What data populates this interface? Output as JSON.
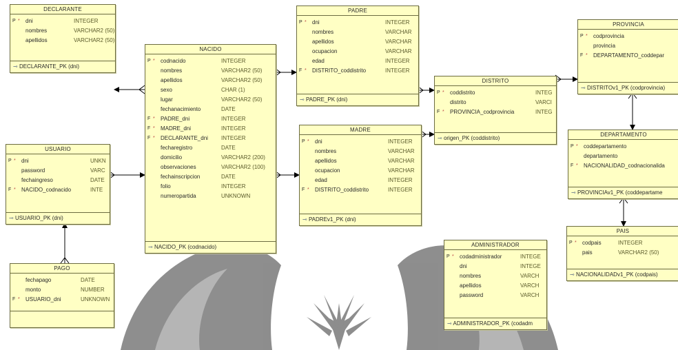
{
  "entities": {
    "declarante": {
      "title": "DECLARANTE",
      "columns": [
        {
          "key": "P",
          "star": "*",
          "name": "dni",
          "type": "INTEGER"
        },
        {
          "key": "",
          "star": "",
          "name": "nombres",
          "type": "VARCHAR2 (50)"
        },
        {
          "key": "",
          "star": "",
          "name": "apellidos",
          "type": "VARCHAR2 (50)"
        }
      ],
      "pk": "DECLARANTE_PK (dni)"
    },
    "nacido": {
      "title": "NACIDO",
      "columns": [
        {
          "key": "P",
          "star": "*",
          "name": "codnacido",
          "type": "INTEGER"
        },
        {
          "key": "",
          "star": "",
          "name": "nombres",
          "type": "VARCHAR2 (50)"
        },
        {
          "key": "",
          "star": "",
          "name": "apellidos",
          "type": "VARCHAR2 (50)"
        },
        {
          "key": "",
          "star": "",
          "name": "sexo",
          "type": "CHAR (1)"
        },
        {
          "key": "",
          "star": "",
          "name": "lugar",
          "type": "VARCHAR2 (50)"
        },
        {
          "key": "",
          "star": "",
          "name": "fechanacimiento",
          "type": "DATE"
        },
        {
          "key": "F",
          "star": "*",
          "name": "PADRE_dni",
          "type": "INTEGER"
        },
        {
          "key": "F",
          "star": "*",
          "name": "MADRE_dni",
          "type": "INTEGER"
        },
        {
          "key": "F",
          "star": "*",
          "name": "DECLARANTE_dni",
          "type": "INTEGER"
        },
        {
          "key": "",
          "star": "",
          "name": "fecharegistro",
          "type": "DATE"
        },
        {
          "key": "",
          "star": "",
          "name": "domicilio",
          "type": "VARCHAR2 (200)"
        },
        {
          "key": "",
          "star": "",
          "name": "observaciones",
          "type": "VARCHAR2 (100)"
        },
        {
          "key": "",
          "star": "",
          "name": "fechainscripcion",
          "type": "DATE"
        },
        {
          "key": "",
          "star": "",
          "name": "folio",
          "type": "INTEGER"
        },
        {
          "key": "",
          "star": "",
          "name": "numeropartida",
          "type": "UNKNOWN"
        }
      ],
      "pk": "NACIDO_PK (codnacido)"
    },
    "padre": {
      "title": "PADRE",
      "columns": [
        {
          "key": "P",
          "star": "*",
          "name": "dni",
          "type": "INTEGER"
        },
        {
          "key": "",
          "star": "",
          "name": "nombres",
          "type": "VARCHAR"
        },
        {
          "key": "",
          "star": "",
          "name": "apellidos",
          "type": "VARCHAR"
        },
        {
          "key": "",
          "star": "",
          "name": "ocupacion",
          "type": "VARCHAR"
        },
        {
          "key": "",
          "star": "",
          "name": "edad",
          "type": "INTEGER"
        },
        {
          "key": "F",
          "star": "*",
          "name": "DISTRITO_coddistrito",
          "type": "INTEGER"
        }
      ],
      "pk": "PADRE_PK (dni)"
    },
    "madre": {
      "title": "MADRE",
      "columns": [
        {
          "key": "P",
          "star": "*",
          "name": "dni",
          "type": "INTEGER"
        },
        {
          "key": "",
          "star": "",
          "name": "nombres",
          "type": "VARCHAR"
        },
        {
          "key": "",
          "star": "",
          "name": "apellidos",
          "type": "VARCHAR"
        },
        {
          "key": "",
          "star": "",
          "name": "ocupacion",
          "type": "VARCHAR"
        },
        {
          "key": "",
          "star": "",
          "name": "edad",
          "type": "INTEGER"
        },
        {
          "key": "F",
          "star": "*",
          "name": "DISTRITO_coddistrito",
          "type": "INTEGER"
        }
      ],
      "pk": "PADREv1_PK (dni)"
    },
    "distrito": {
      "title": "DISTRITO",
      "columns": [
        {
          "key": "P",
          "star": "*",
          "name": "coddistrito",
          "type": "INTEG"
        },
        {
          "key": "",
          "star": "",
          "name": "distrito",
          "type": "VARCI"
        },
        {
          "key": "F",
          "star": "*",
          "name": "PROVINCIA_codprovincia",
          "type": "INTEG"
        }
      ],
      "pk": "origen_PK (coddistrito)"
    },
    "provincia": {
      "title": "PROVINCIA",
      "columns": [
        {
          "key": "P",
          "star": "*",
          "name": "codprovincia",
          "type": ""
        },
        {
          "key": "",
          "star": "",
          "name": "provincia",
          "type": ""
        },
        {
          "key": "F",
          "star": "*",
          "name": "DEPARTAMENTO_coddepar",
          "type": ""
        }
      ],
      "pk": "DISTRITOv1_PK (codprovincia)"
    },
    "departamento": {
      "title": "DEPARTAMENTO",
      "columns": [
        {
          "key": "P",
          "star": "*",
          "name": "coddepartamento",
          "type": ""
        },
        {
          "key": "",
          "star": "",
          "name": "departamento",
          "type": ""
        },
        {
          "key": "F",
          "star": "*",
          "name": "NACIONALIDAD_codnacionalida",
          "type": ""
        }
      ],
      "pk": "PROVINCIAv1_PK (coddepartame"
    },
    "pais": {
      "title": "PAIS",
      "columns": [
        {
          "key": "P",
          "star": "*",
          "name": "codpais",
          "type": "INTEGER"
        },
        {
          "key": "",
          "star": "",
          "name": "pais",
          "type": "VARCHAR2 (50)"
        }
      ],
      "pk": "NACIONALIDADv1_PK (codpais)"
    },
    "usuario": {
      "title": "USUARIO",
      "columns": [
        {
          "key": "P",
          "star": "*",
          "name": "dni",
          "type": "UNKN"
        },
        {
          "key": "",
          "star": "",
          "name": "password",
          "type": "VARC"
        },
        {
          "key": "",
          "star": "",
          "name": "fechaingreso",
          "type": "DATE"
        },
        {
          "key": "F",
          "star": "*",
          "name": "NACIDO_codnacido",
          "type": "INTE"
        }
      ],
      "pk": "USUARIO_PK (dni)"
    },
    "pago": {
      "title": "PAGO",
      "columns": [
        {
          "key": "",
          "star": "",
          "name": "fechapago",
          "type": "DATE"
        },
        {
          "key": "",
          "star": "",
          "name": "monto",
          "type": "NUMBER"
        },
        {
          "key": "F",
          "star": "*",
          "name": "USUARIO_dni",
          "type": "UNKNOWN"
        }
      ],
      "pk": ""
    },
    "administrador": {
      "title": "ADMINISTRADOR",
      "columns": [
        {
          "key": "P",
          "star": "*",
          "name": "codadministrador",
          "type": "INTEGE"
        },
        {
          "key": "",
          "star": "",
          "name": "dni",
          "type": "INTEGE"
        },
        {
          "key": "",
          "star": "",
          "name": "nombres",
          "type": "VARCH"
        },
        {
          "key": "",
          "star": "",
          "name": "apellidos",
          "type": "VARCH"
        },
        {
          "key": "",
          "star": "",
          "name": "password",
          "type": "VARCH"
        }
      ],
      "pk": "ADMINISTRADOR_PK (codadm"
    }
  },
  "colors": {
    "entity_fill": "#ffffc4",
    "entity_border": "#6b6b40",
    "line": "#000000",
    "watermark": "#7a7a7a"
  }
}
